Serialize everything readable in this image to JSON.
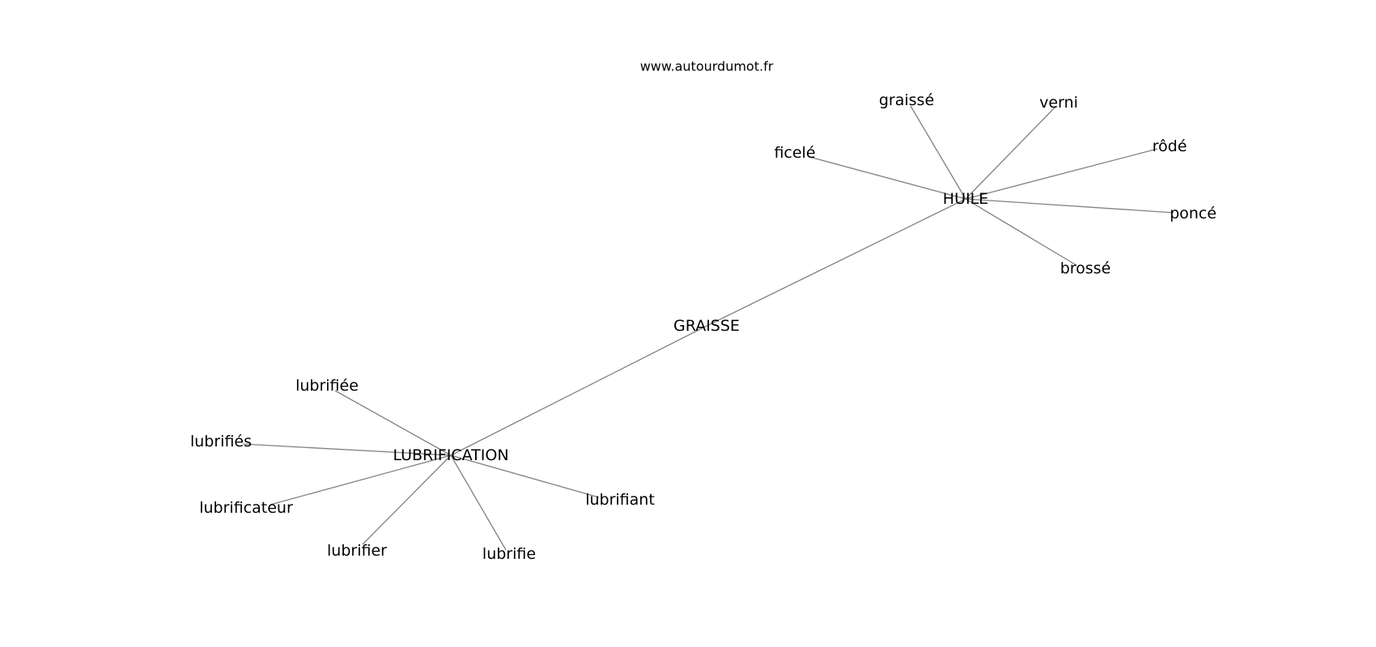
{
  "source_label": "www.autourdumot.fr",
  "center_word": "GRAISSE",
  "clusters": [
    {
      "hub": "HUILE",
      "words": [
        "graissé",
        "verni",
        "ficelé",
        "rôdé",
        "poncé",
        "brossé"
      ]
    },
    {
      "hub": "LUBRIFICATION",
      "words": [
        "lubrifiée",
        "lubrifiés",
        "lubrificateur",
        "lubrifier",
        "lubrifie",
        "lubrifiant"
      ]
    }
  ],
  "colors": {
    "edge": "#808080",
    "text": "#000000",
    "background": "#ffffff"
  }
}
